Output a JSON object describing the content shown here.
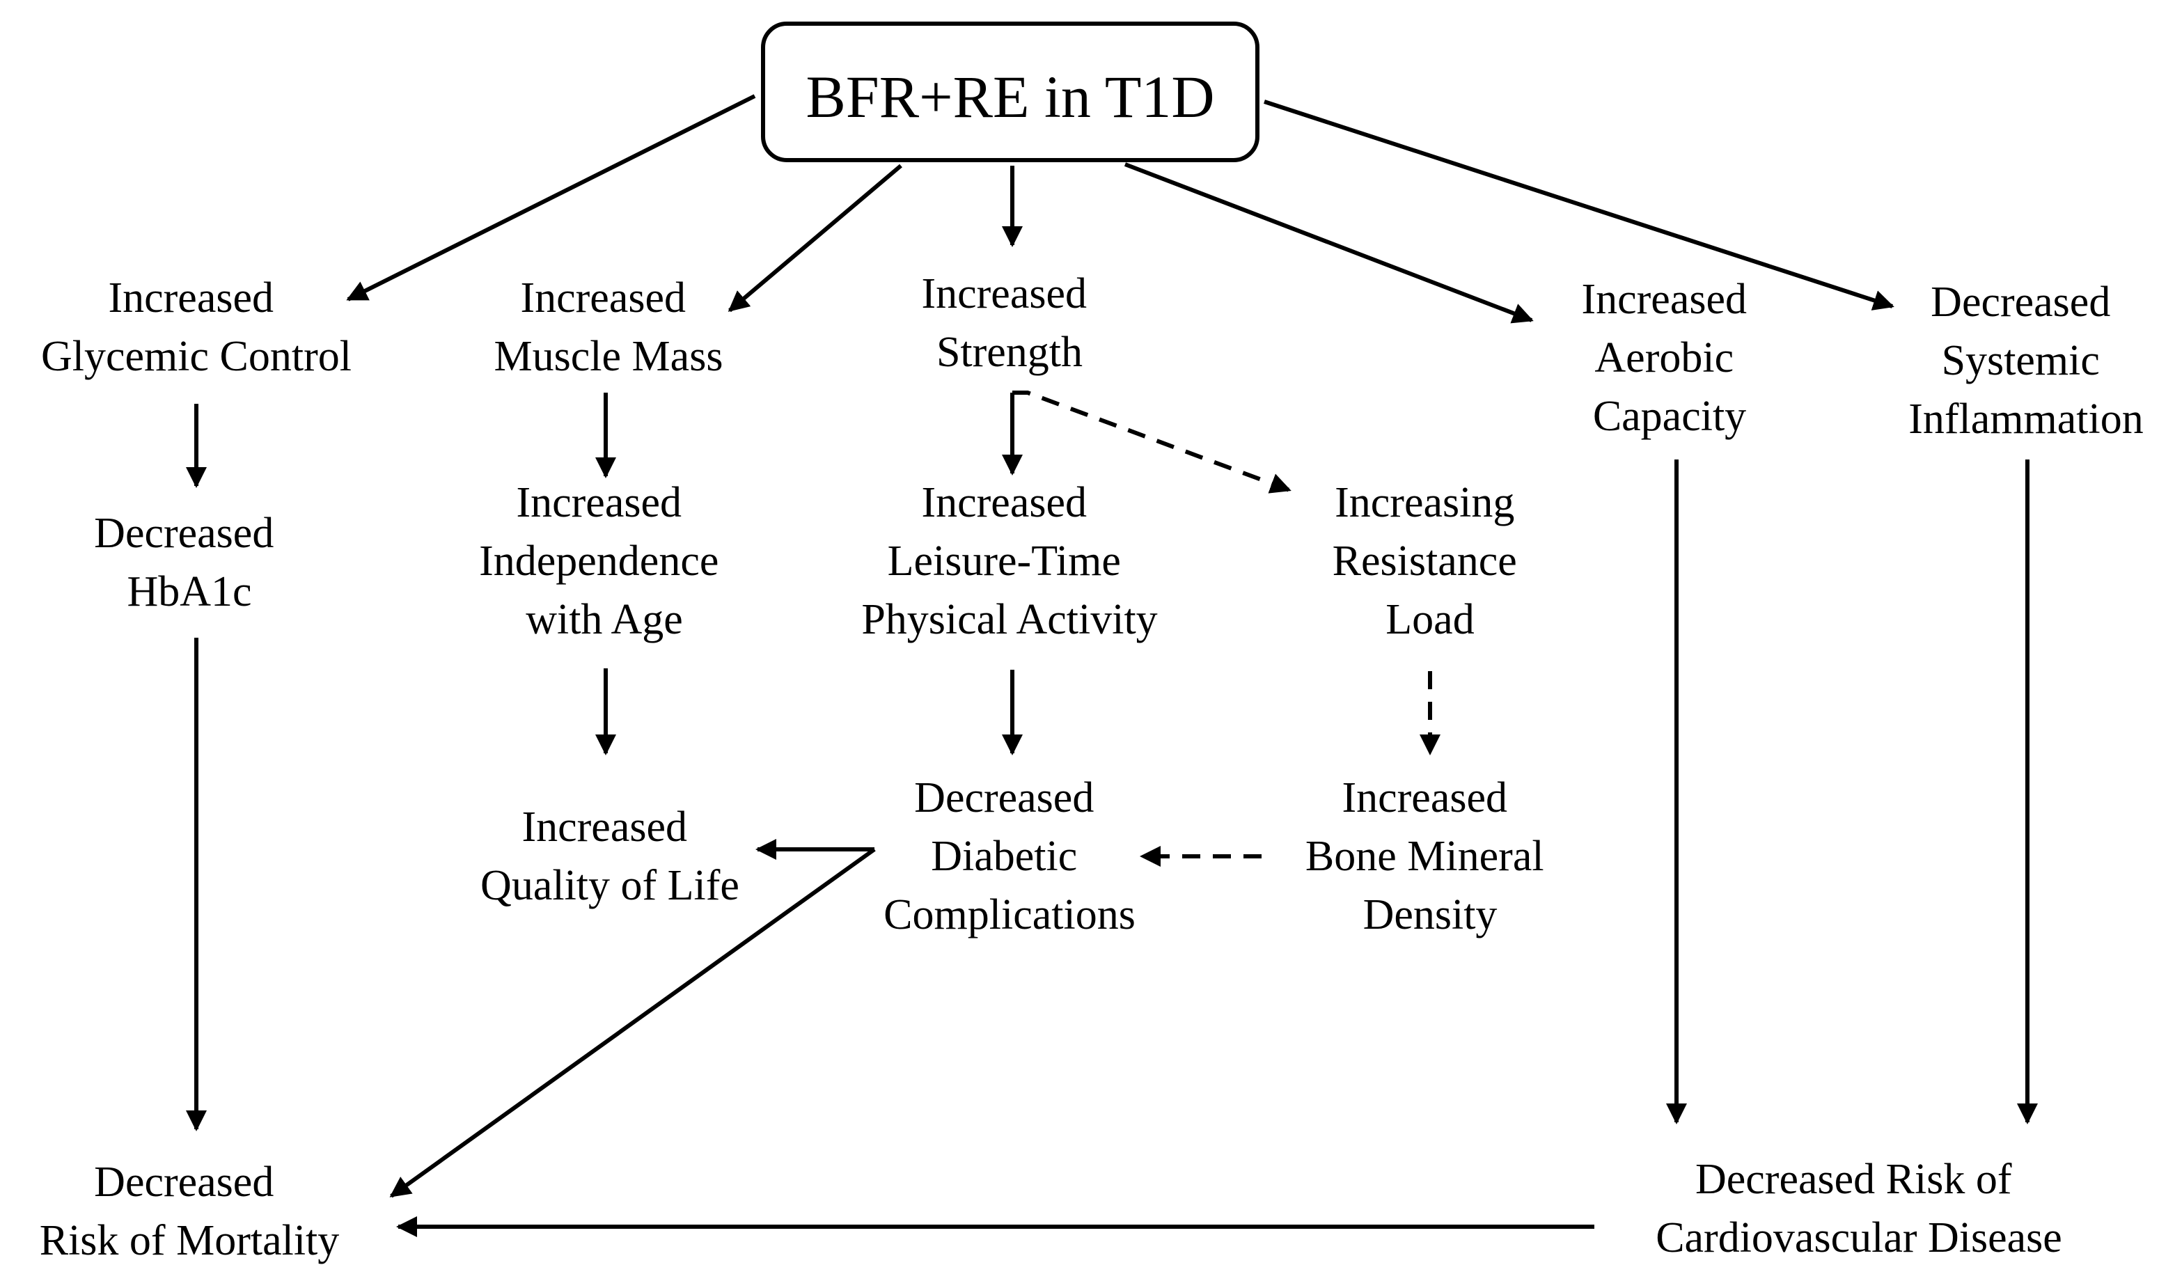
{
  "root": {
    "label": "BFR+RE in T1D"
  },
  "nodes": {
    "glycemic": [
      "Increased",
      "Glycemic Control"
    ],
    "muscle": [
      "Increased",
      "Muscle Mass"
    ],
    "strength": [
      "Increased",
      "Strength"
    ],
    "aerobic": [
      "Increased",
      "Aerobic",
      "Capacity"
    ],
    "inflammation": [
      "Decreased",
      "Systemic",
      "Inflammation"
    ],
    "hba1c": [
      "Decreased",
      "HbA1c"
    ],
    "independence": [
      "Increased",
      "Independence",
      "with Age"
    ],
    "leisure": [
      "Increased",
      "Leisure-Time",
      "Physical Activity"
    ],
    "resistance": [
      "Increasing",
      "Resistance",
      "Load"
    ],
    "quality": [
      "Increased",
      "Quality of Life"
    ],
    "diabetic": [
      "Decreased",
      "Diabetic",
      "Complications"
    ],
    "bone": [
      "Increased",
      "Bone Mineral",
      "Density"
    ],
    "mortality": [
      "Decreased",
      "Risk of Mortality"
    ],
    "cardio": [
      "Decreased Risk of",
      "Cardiovascular Disease"
    ]
  }
}
